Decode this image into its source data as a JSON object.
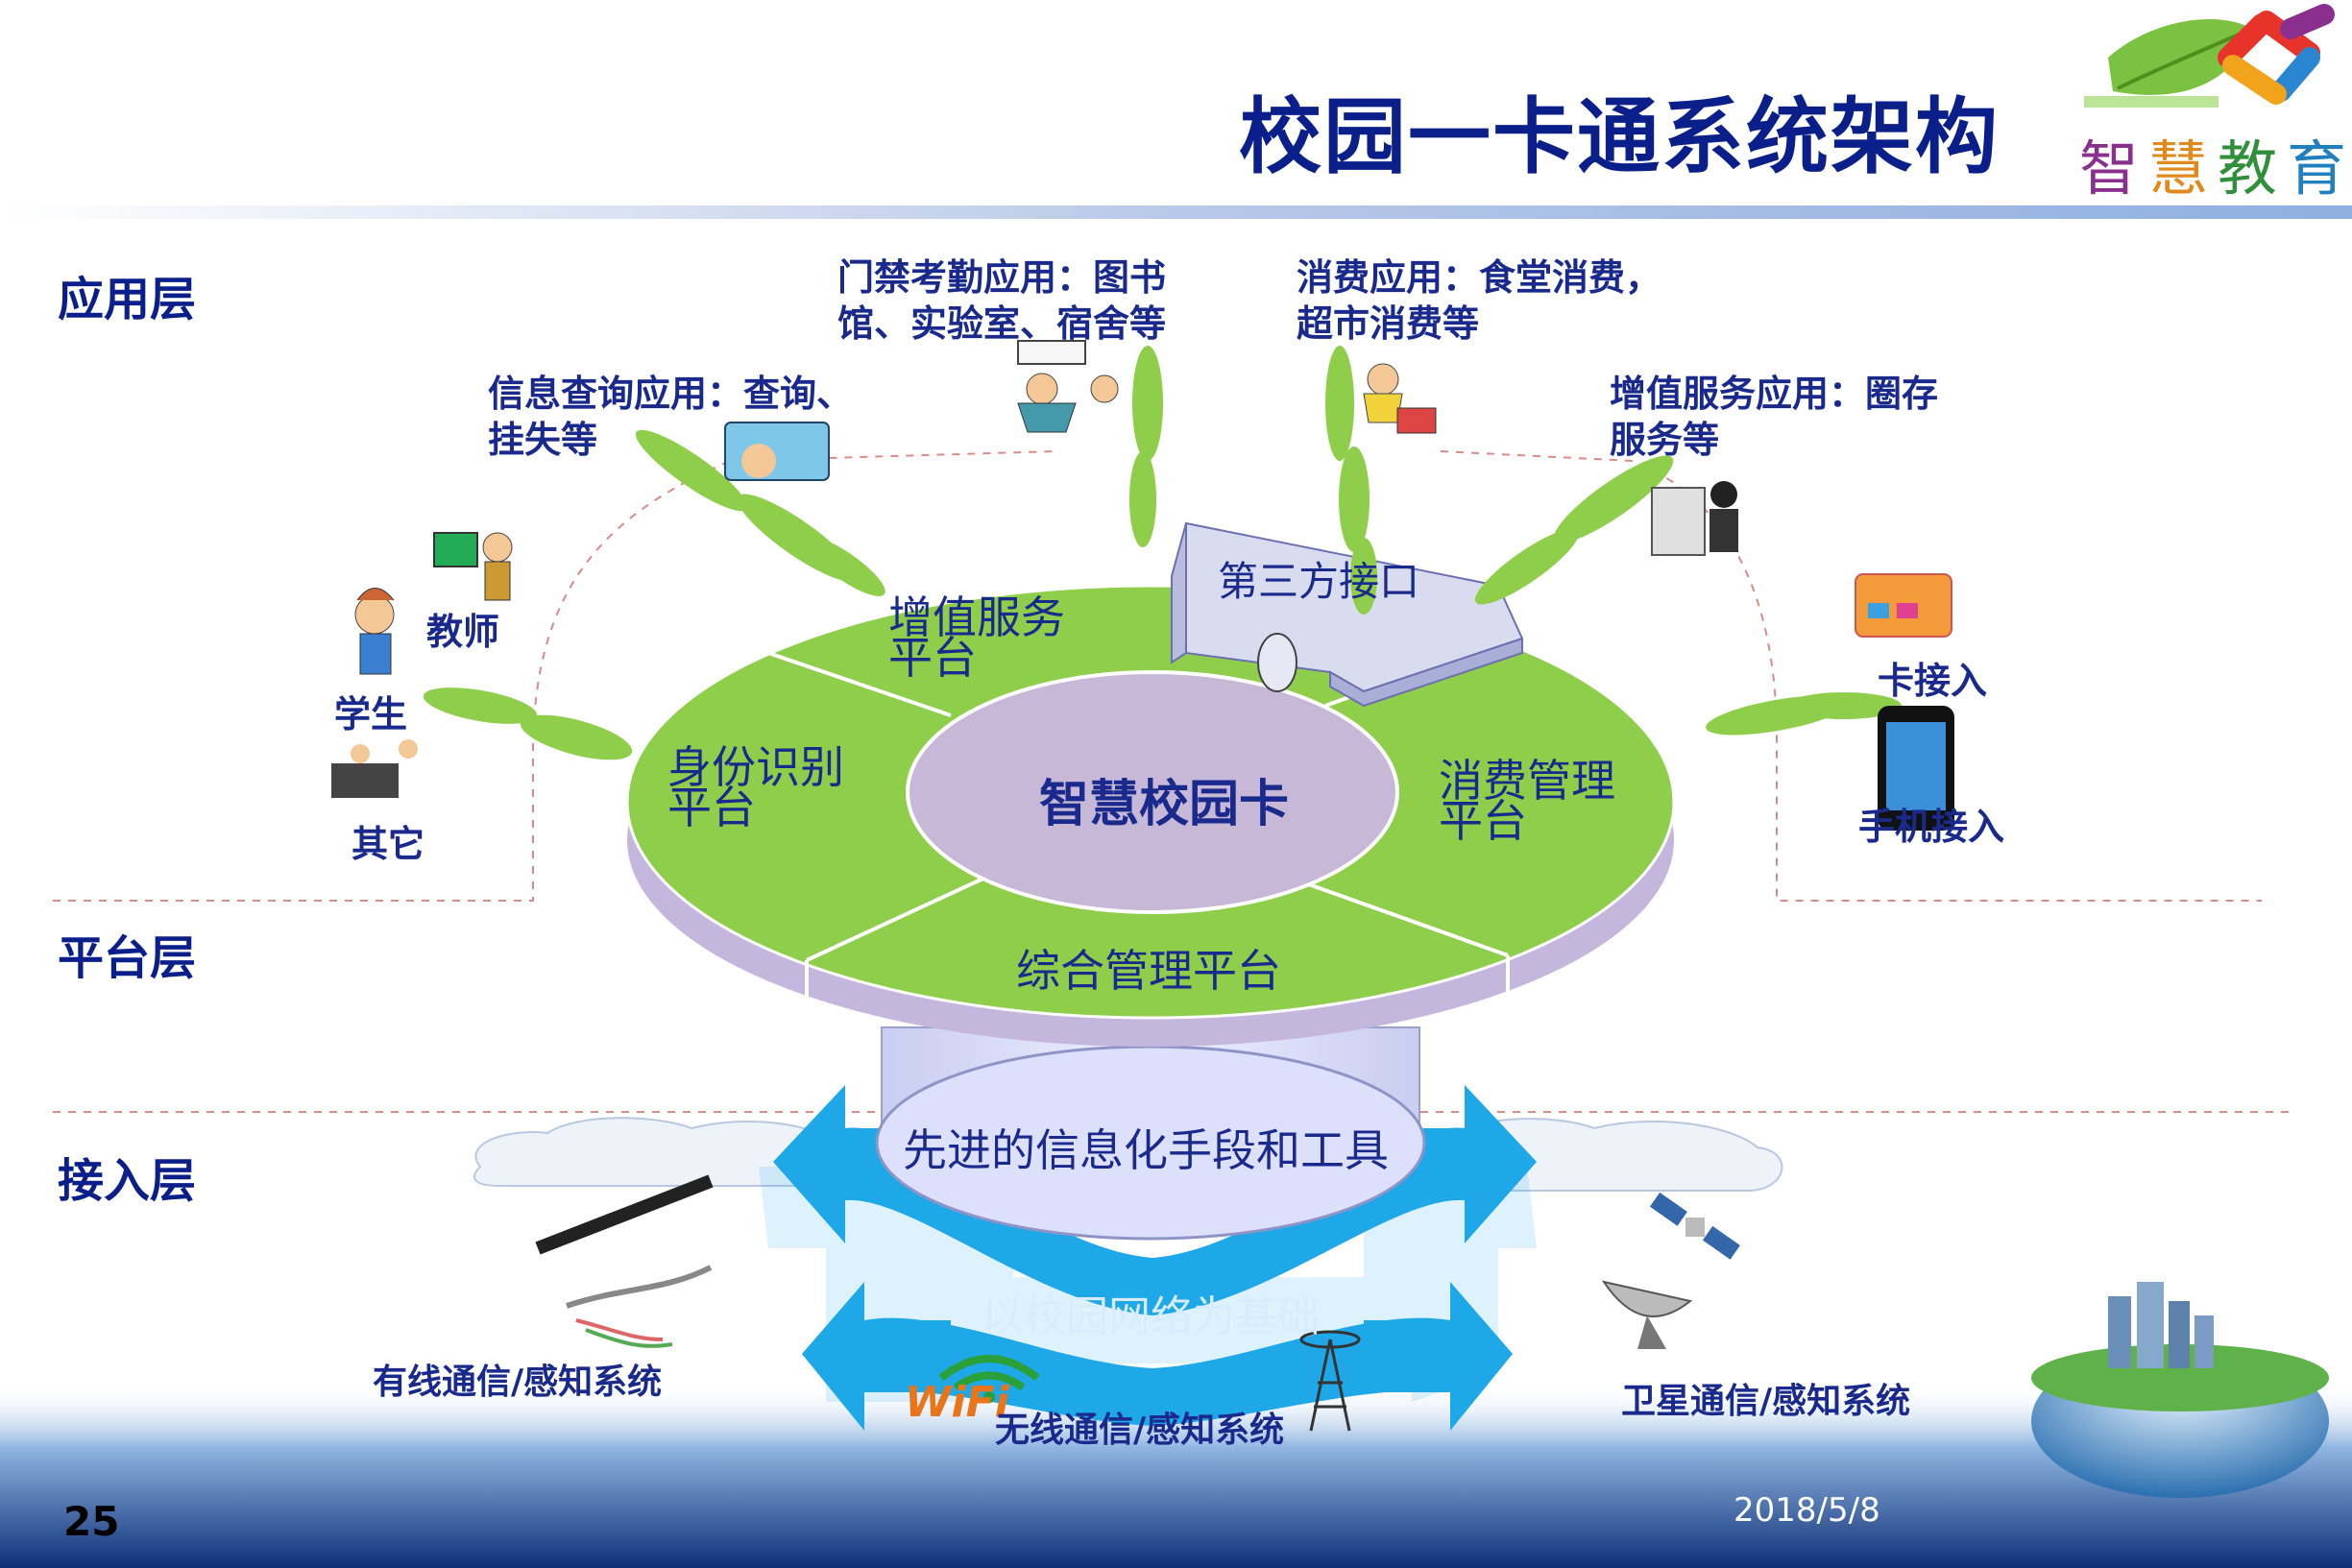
{
  "title": "校园一卡通系统架构",
  "brand": {
    "chars": [
      "智",
      "慧",
      "教",
      "育"
    ],
    "colors": [
      "#8b2f8f",
      "#e08a1e",
      "#2f8f3a",
      "#1f7fbf"
    ]
  },
  "layers": {
    "application": "应用层",
    "platform": "平台层",
    "access": "接入层"
  },
  "applications": {
    "info_query": [
      "信息查询应用：查询、",
      "挂失等"
    ],
    "access_control": [
      "门禁考勤应用：图书",
      "馆、实验室、宿舍等"
    ],
    "consumption": [
      "消费应用：食堂消费，",
      "超市消费等"
    ],
    "value_added": [
      "增值服务应用：圈存",
      "服务等"
    ]
  },
  "users": {
    "teacher": "教师",
    "student": "学生",
    "other": "其它"
  },
  "access_modes": {
    "card": "卡接入",
    "phone": "手机接入"
  },
  "platform": {
    "center": "智慧校园卡",
    "value_added": [
      "增值服务",
      "平台"
    ],
    "identity": [
      "身份识别",
      "平台"
    ],
    "consumption_mgmt": [
      "消费管理",
      "平台"
    ],
    "integrated_mgmt": "综合管理平台",
    "third_party": "第三方接口"
  },
  "tools": "先进的信息化手段和工具",
  "network": "以校园网络为基础",
  "access_systems": {
    "wired": "有线通信/感知系统",
    "wireless": "无线通信/感知系统",
    "satellite": "卫星通信/感知系统"
  },
  "wifi_text": "WiFi",
  "page_number": "25",
  "date": "2018/5/8",
  "colors": {
    "title": "#0b1f8a",
    "disk": "#8fce4b",
    "center": "#c8b8d8",
    "arrow": "#1ea8e8"
  }
}
